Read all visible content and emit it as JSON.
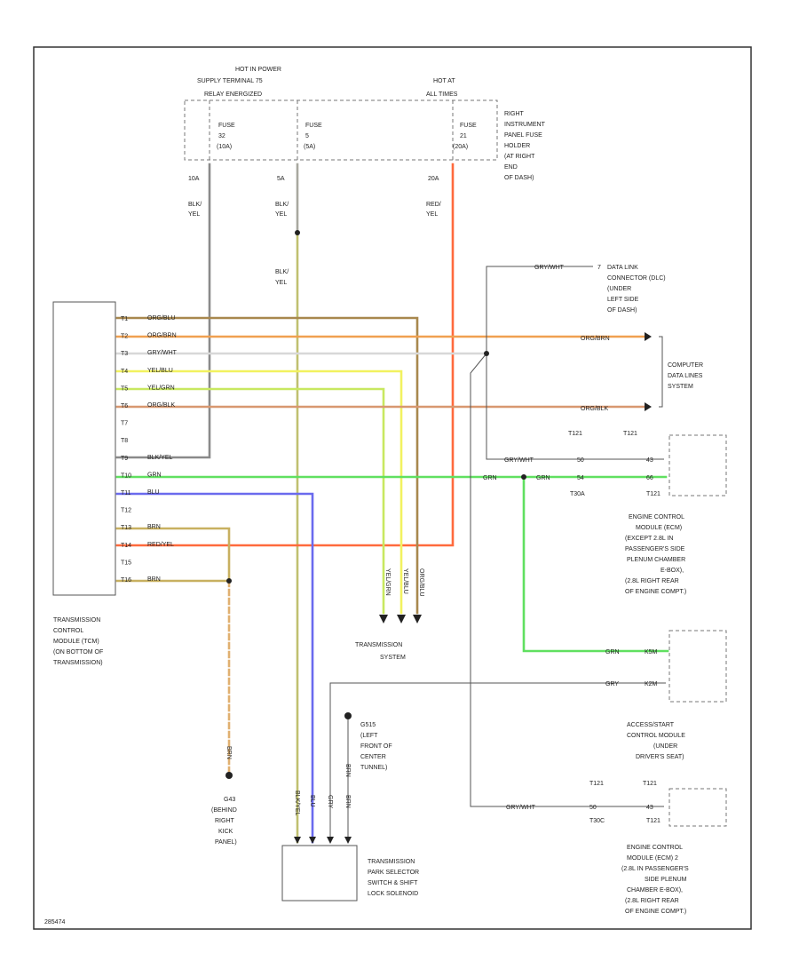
{
  "tcm": {
    "label": [
      "TRANSMISSION",
      "CONTROL",
      "MODULE (TCM)",
      "(ON BOTTOM OF",
      "TRANSMISSION)"
    ],
    "pins": [
      "T1",
      "T2",
      "T3",
      "T4",
      "T5",
      "T6",
      "T7",
      "T8",
      "T9",
      "T10",
      "T11",
      "T12",
      "T13",
      "T14",
      "T15",
      "T16"
    ],
    "wires": [
      {
        "pin": "T1",
        "color": "ORG/BLU"
      },
      {
        "pin": "T2",
        "color": "ORG/BRN"
      },
      {
        "pin": "T3",
        "color": "GRY/WHT"
      },
      {
        "pin": "T4",
        "color": "YEL/BLU"
      },
      {
        "pin": "T5",
        "color": "YEL/GRN"
      },
      {
        "pin": "T6",
        "color": "ORG/BLK"
      },
      {
        "pin": "T9",
        "color": "BLK/YEL"
      },
      {
        "pin": "T10",
        "color": "GRN"
      },
      {
        "pin": "T11",
        "color": "BLU"
      },
      {
        "pin": "T13",
        "color": "BRN"
      },
      {
        "pin": "T14",
        "color": "RED/YEL"
      },
      {
        "pin": "T16",
        "color": "BRN"
      }
    ]
  },
  "power": {
    "hot_in_power": [
      "HOT IN POWER",
      "SUPPLY TERMINAL 75",
      "RELAY ENERGIZED"
    ],
    "hot_at_all_times": [
      "HOT AT",
      "ALL TIMES"
    ],
    "fuses": [
      {
        "lines": [
          "FUSE",
          "32",
          "(10A)"
        ],
        "rating": "10A",
        "wire": [
          "BLK/",
          "YEL"
        ]
      },
      {
        "lines": [
          "FUSE",
          "5",
          "(5A)"
        ],
        "rating": "5A",
        "wire": [
          "BLK/",
          "YEL"
        ]
      },
      {
        "lines": [
          "FUSE",
          "21",
          "(20A)"
        ],
        "rating": "20A",
        "wire": [
          "RED/",
          "YEL"
        ]
      }
    ],
    "wire_mid": [
      "BLK/",
      "YEL"
    ],
    "fuse_holder": [
      "RIGHT",
      "INSTRUMENT",
      "PANEL FUSE",
      "HOLDER",
      "(AT RIGHT",
      "END",
      "OF DASH)"
    ]
  },
  "dlc": {
    "wire": "GRY/WHT",
    "pin": "7",
    "label": [
      "DATA LINK",
      "CONNECTOR (DLC)",
      "(UNDER",
      "LEFT SIDE",
      "OF DASH)"
    ]
  },
  "data_lines": {
    "wire_top": "ORG/BRN",
    "wire_bottom": "ORG/BLK",
    "label": [
      "COMPUTER",
      "DATA LINES",
      "SYSTEM"
    ]
  },
  "ecm": {
    "wire_gry": "GRY/WHT",
    "pin_gry": "50",
    "pin_gry_ecm": "43",
    "conn_gry": "T121",
    "wire_grn": "GRN",
    "wire_grn_b": "GRN",
    "pin_grn": "54",
    "pin_grn_ecm": "66",
    "conn_grn": "T30A",
    "conn_ecm": "T121",
    "conn_top": "T121",
    "label": [
      "ENGINE CONTROL",
      "MODULE (ECM)",
      "(EXCEPT 2.8L IN",
      "PASSENGER'S SIDE",
      "PLENUM CHAMBER",
      "E-BOX),",
      "(2.8L RIGHT REAR",
      "OF ENGINE COMPT.)"
    ]
  },
  "ecm2": {
    "wire": "GRY/WHT",
    "pin": "50",
    "pin_ecm": "43",
    "conn": "T30C",
    "conn_ecm": "T121",
    "conn_top_a": "T121",
    "conn_top_b": "T121",
    "label": [
      "ENGINE CONTROL",
      "MODULE (ECM) 2",
      "(2.8L IN PASSENGER'S",
      "SIDE PLENUM",
      "CHAMBER E-BOX),",
      "(2.8L RIGHT REAR",
      "OF ENGINE COMPT.)"
    ]
  },
  "access_start": {
    "wire_grn": "GRN",
    "pin_grn": "K5M",
    "wire_gry": "GRY",
    "pin_gry": "K2M",
    "label": [
      "ACCESS/START",
      "CONTROL MODULE",
      "(UNDER",
      "DRIVER'S SEAT)"
    ]
  },
  "trans_system": {
    "wires": [
      "YEL/GRN",
      "YEL/BLU",
      "ORG/BLU"
    ],
    "label": [
      "TRANSMISSION",
      "SYSTEM"
    ]
  },
  "ground": {
    "wire": "BRN",
    "label": [
      "G43",
      "(BEHIND",
      "RIGHT",
      "KICK",
      "PANEL)"
    ]
  },
  "ground2": {
    "wire": "BRN",
    "label": [
      "G515",
      "(LEFT",
      "FRONT OF",
      "CENTER",
      "TUNNEL)"
    ]
  },
  "selector": {
    "wires": [
      "BLK/YEL",
      "BLU",
      "GRY",
      "BRN"
    ],
    "label": [
      "TRANSMISSION",
      "PARK SELECTOR",
      "SWITCH & SHIFT",
      "LOCK SOLENOID"
    ]
  },
  "footer": {
    "code": "285474"
  },
  "colors": {
    "border": "#333333",
    "wire_grey": "#8a8a8a",
    "wire_olive": "#b9b96a",
    "wire_red": "#ff6a3d",
    "wire_orange": "#f0a050",
    "wire_brown": "#a08050",
    "wire_yellow": "#f2f260",
    "wire_yelgrn": "#c8e860",
    "wire_green": "#60e060",
    "wire_blue": "#6a6aee",
    "wire_tan": "#c8b060"
  }
}
